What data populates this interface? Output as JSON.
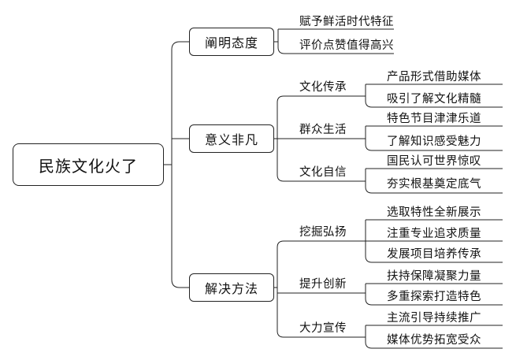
{
  "root": "民族文化火了",
  "branches": [
    {
      "title": "阐明态度",
      "leaves": [
        "赋予鲜活时代特征",
        "评价点赞值得高兴"
      ]
    },
    {
      "title": "意义非凡",
      "children": [
        {
          "title": "文化传承",
          "leaves": [
            "产品形式借助媒体",
            "吸引了解文化精髓"
          ]
        },
        {
          "title": "群众生活",
          "leaves": [
            "特色节目津津乐道",
            "了解知识感受魅力"
          ]
        },
        {
          "title": "文化自信",
          "leaves": [
            "国民认可世界惊叹",
            "夯实根基奠定底气"
          ]
        }
      ]
    },
    {
      "title": "解决方法",
      "children": [
        {
          "title": "挖掘弘扬",
          "leaves": [
            "选取特性全新展示",
            "注重专业追求质量",
            "发展项目培养传承"
          ]
        },
        {
          "title": "提升创新",
          "leaves": [
            "扶持保障凝聚力量",
            "多重探索打造特色"
          ]
        },
        {
          "title": "大力宣传",
          "leaves": [
            "主流引导持续推广",
            "媒体优势拓宽受众"
          ]
        }
      ]
    }
  ]
}
